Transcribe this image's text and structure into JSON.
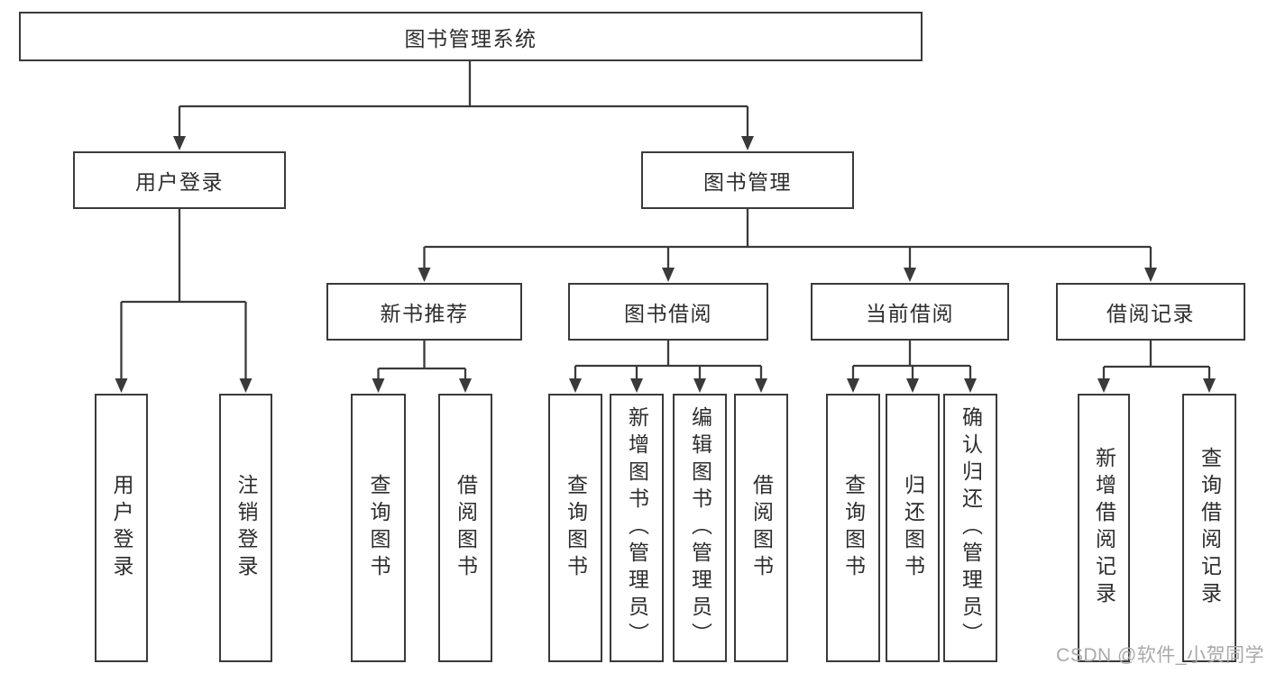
{
  "tree": {
    "root": {
      "label": "图书管理系统"
    },
    "branches": [
      {
        "label": "用户登录",
        "children": [
          {
            "label": "用户登录"
          },
          {
            "label": "注销登录"
          }
        ]
      },
      {
        "label": "图书管理",
        "groups": [
          {
            "label": "新书推荐",
            "children": [
              {
                "label": "查询图书"
              },
              {
                "label": "借阅图书"
              }
            ]
          },
          {
            "label": "图书借阅",
            "children": [
              {
                "label": "查询图书"
              },
              {
                "label": "新增图书（管理员）"
              },
              {
                "label": "编辑图书（管理员）"
              },
              {
                "label": "借阅图书"
              }
            ]
          },
          {
            "label": "当前借阅",
            "children": [
              {
                "label": "查询图书"
              },
              {
                "label": "归还图书"
              },
              {
                "label": "确认归还（管理员）"
              }
            ]
          },
          {
            "label": "借阅记录",
            "children": [
              {
                "label": "新增借阅记录"
              },
              {
                "label": "查询借阅记录"
              }
            ]
          }
        ]
      }
    ]
  },
  "watermark": {
    "text": "CSDN @软件_小贺同学"
  },
  "colors": {
    "line": "#3a3a3a",
    "box_border": "#3a3a3a",
    "text": "#2d2d2d",
    "watermark": "#a9a9a9",
    "background": "#ffffff"
  }
}
